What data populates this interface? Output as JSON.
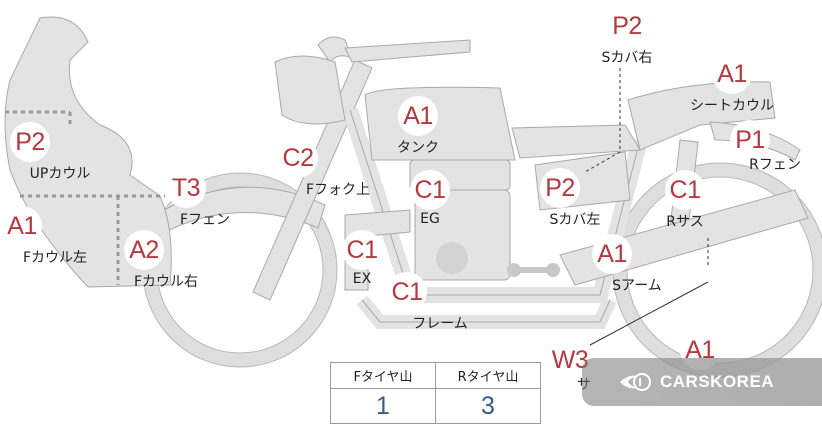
{
  "parts": [
    {
      "id": "p2-top",
      "grade": "P2",
      "label": "Sカバ右"
    },
    {
      "id": "a1-seat",
      "grade": "A1",
      "label": "シートカウル"
    },
    {
      "id": "a1-tank",
      "grade": "A1",
      "label": "タンク"
    },
    {
      "id": "p1-rfender",
      "grade": "P1",
      "label": "Rフェン"
    },
    {
      "id": "p2-upcowl",
      "grade": "P2",
      "label": "UPカウル"
    },
    {
      "id": "c2-fork",
      "grade": "C2",
      "label": "Fフォク上"
    },
    {
      "id": "t3-ffender",
      "grade": "T3",
      "label": "Fフェン"
    },
    {
      "id": "c1-eg",
      "grade": "C1",
      "label": "EG"
    },
    {
      "id": "p2-scoverleft",
      "grade": "P2",
      "label": "Sカバ左"
    },
    {
      "id": "c1-rsus",
      "grade": "C1",
      "label": "Rサス"
    },
    {
      "id": "a1-fcowlleft",
      "grade": "A1",
      "label": "Fカウル左"
    },
    {
      "id": "a2-fcowlright",
      "grade": "A2",
      "label": "Fカウル右"
    },
    {
      "id": "c1-ex",
      "grade": "C1",
      "label": "EX"
    },
    {
      "id": "a1-sarm",
      "grade": "A1",
      "label": "Sアーム"
    },
    {
      "id": "c1-frame",
      "grade": "C1",
      "label": "フレーム"
    },
    {
      "id": "w3-partial",
      "grade": "W3",
      "label": "サ"
    },
    {
      "id": "a1-bottom",
      "grade": "A1",
      "label": ""
    }
  ],
  "tire_table": {
    "headers": [
      "Fタイヤ山",
      "Rタイヤ山"
    ],
    "values": [
      "1",
      "3"
    ]
  },
  "watermark": {
    "text": "CARSKOREA",
    "icon": "carskorea-logo-icon"
  },
  "colors": {
    "grade": "#b5383e",
    "body": "#e3e3e3",
    "outline": "#a9a9a9",
    "tire_value": "#3a5a8c"
  }
}
